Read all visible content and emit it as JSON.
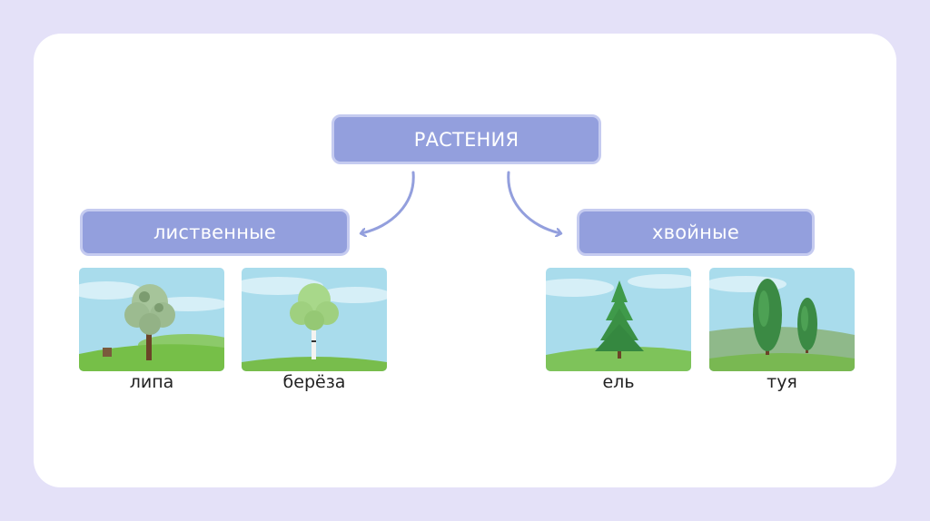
{
  "diagram": {
    "root": {
      "label": "РАСТЕНИЯ"
    },
    "branches": [
      {
        "label": "лиственные",
        "items": [
          {
            "label": "липа",
            "icon": "linden-tree-image"
          },
          {
            "label": "берёза",
            "icon": "birch-tree-image"
          }
        ]
      },
      {
        "label": "хвойные",
        "items": [
          {
            "label": "ель",
            "icon": "spruce-tree-image"
          },
          {
            "label": "туя",
            "icon": "thuja-tree-image"
          }
        ]
      }
    ]
  },
  "colors": {
    "background": "#e4e1f8",
    "node_fill": "#939fdd",
    "node_border": "#c5cbf0",
    "arrow": "#939fdd"
  }
}
